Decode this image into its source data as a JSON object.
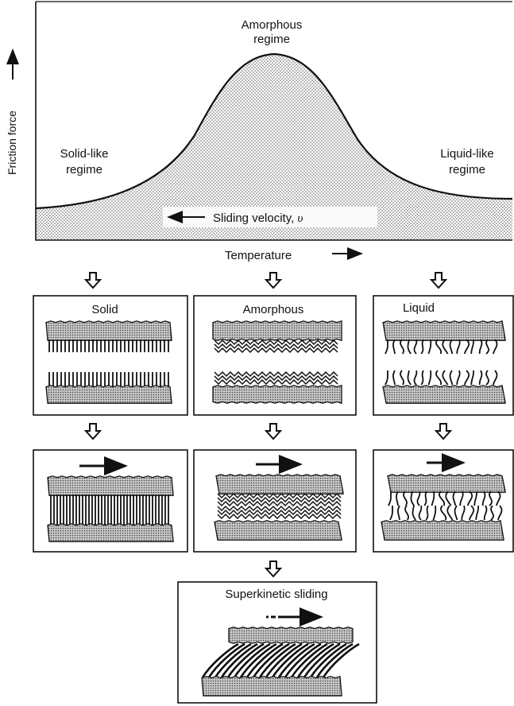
{
  "graph": {
    "y_axis_label": "Friction force",
    "x_axis_label": "Temperature",
    "velocity_label": "Sliding velocity, ",
    "velocity_symbol": "υ",
    "peak_label_line1": "Amorphous",
    "peak_label_line2": "regime",
    "left_label_line1": "Solid-like",
    "left_label_line2": "regime",
    "right_label_line1": "Liquid-like",
    "right_label_line2": "regime"
  },
  "panels": {
    "solid_title": "Solid",
    "amorphous_title": "Amorphous",
    "liquid_title": "Liquid",
    "superkinetic_title": "Superkinetic sliding"
  },
  "colors": {
    "ink": "#111111",
    "fill_stipple": "#9a9a9a",
    "background": "#ffffff"
  },
  "icons": [
    "down-hollow-arrow-icon",
    "right-arrow-icon",
    "left-arrow-icon",
    "up-arrow-icon"
  ]
}
